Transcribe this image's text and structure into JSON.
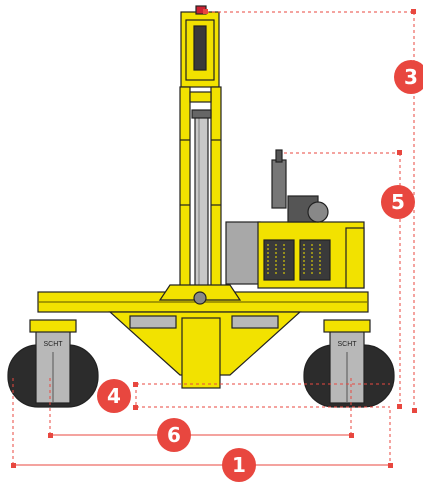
{
  "colors": {
    "accent": "#e8473f",
    "frame": "#f2e200",
    "outline": "#222222",
    "grey": "#b8b8b8",
    "dark": "#3a3a3a"
  },
  "wheels": {
    "left_label": "SCHT",
    "right_label": "SCHT"
  },
  "callouts": [
    {
      "id": "1",
      "label": "1"
    },
    {
      "id": "3",
      "label": "3"
    },
    {
      "id": "4",
      "label": "4"
    },
    {
      "id": "5",
      "label": "5"
    },
    {
      "id": "6",
      "label": "6"
    }
  ]
}
